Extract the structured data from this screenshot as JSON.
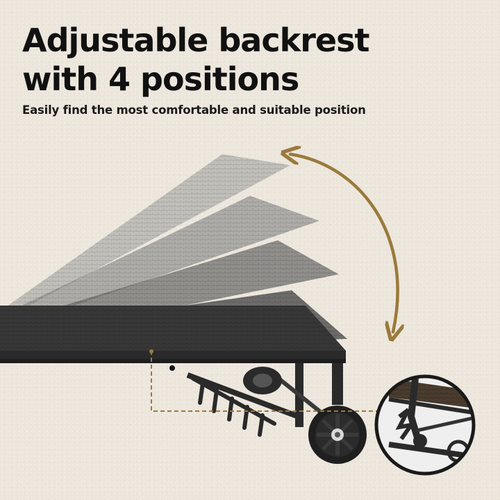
{
  "headline": {
    "line1": "Adjustable backrest",
    "line2": "with 4 positions"
  },
  "subline": "Easily find the most comfortable and suitable position",
  "backrest_positions": 4,
  "colors": {
    "accent": "#9a7a3c",
    "frame": "#2a2a2a",
    "wicker": "#3a3a3a",
    "background": "#ece6dc"
  }
}
